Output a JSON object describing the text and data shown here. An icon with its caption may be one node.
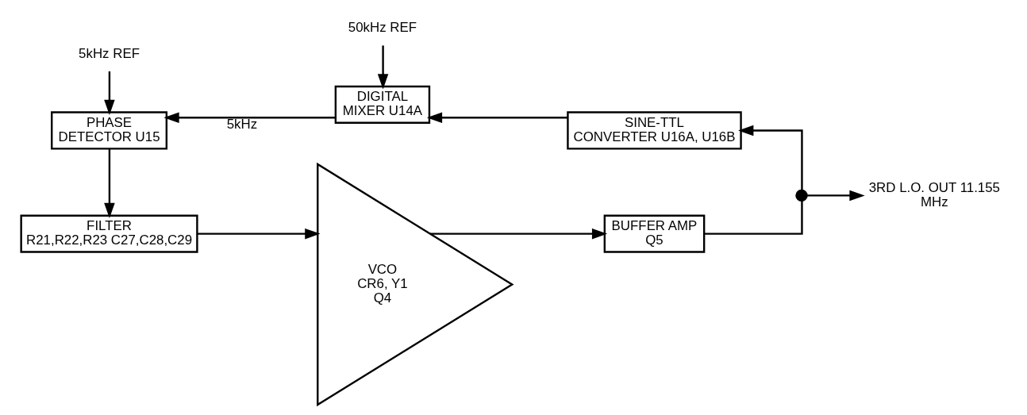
{
  "diagram": {
    "nodes": [
      {
        "text": [
          "PHASE DETECTOR U15"
        ]
      },
      {
        "text": [
          "DIGITAL MIXER U14A"
        ]
      },
      {
        "text": [
          "SINE-TTL CONVERTER U16A, U16B"
        ]
      },
      {
        "text": [
          "FILTER R21,R22,R23 C27,C28,C29"
        ]
      },
      {
        "text": [
          "VCO CR6, Y1 Q4"
        ]
      },
      {
        "text": [
          "BUFFER AMP Q5"
        ]
      },
      {
        "text": [],
        "shape": "circle"
      },
      {
        "text": [
          "5kHz REF"
        ]
      },
      {
        "text": [
          "50kHz REF"
        ]
      },
      {
        "text": [
          "3RD L.O. OUT 11.155 MHz"
        ]
      }
    ],
    "edges": [
      {
        "from": 7,
        "to": 0,
        "arrow": "to"
      },
      {
        "from": 8,
        "to": 1,
        "arrow": "to"
      },
      {
        "from": 1,
        "to": 0,
        "arrow": "to",
        "label": "5kHz"
      },
      {
        "from": 2,
        "to": 1,
        "arrow": "to"
      },
      {
        "from": 0,
        "to": 3,
        "arrow": "to"
      },
      {
        "from": 3,
        "to": 4,
        "arrow": "to"
      },
      {
        "from": 4,
        "to": 5,
        "arrow": "to"
      },
      {
        "from": 5,
        "to": 6,
        "arrow": "none"
      },
      {
        "from": 6,
        "to": 9,
        "arrow": "to"
      },
      {
        "from": 6,
        "to": 2,
        "arrow": "to"
      }
    ]
  }
}
